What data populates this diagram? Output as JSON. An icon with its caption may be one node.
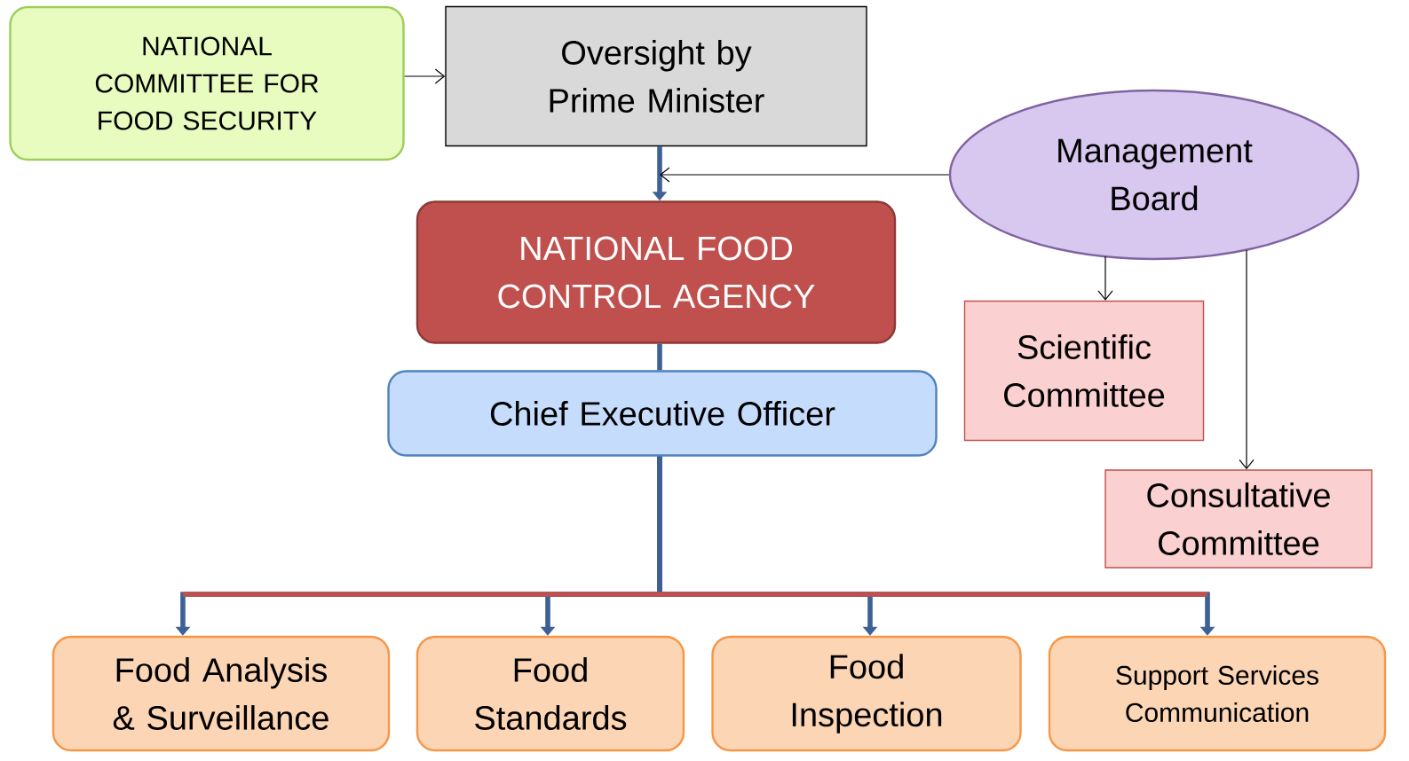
{
  "diagram": {
    "nodes": [
      {
        "text": [
          "NATIONAL COMMITTEE FOR FOOD SECURITY"
        ]
      },
      {
        "text": [
          "Oversight by Prime Minister"
        ]
      },
      {
        "text": [
          "Management Board"
        ]
      },
      {
        "text": [
          "NATIONAL FOOD CONTROL AGENCY"
        ]
      },
      {
        "text": [
          "Chief Executive Officer"
        ]
      },
      {
        "text": [
          "Scientific Committee"
        ]
      },
      {
        "text": [
          "Consultative Committee"
        ]
      },
      {
        "text": [
          "Food Analysis & Surveillance"
        ]
      },
      {
        "text": [
          "Food Standards"
        ]
      },
      {
        "text": [
          "Food Inspection"
        ]
      },
      {
        "text": [
          "Support Services Communication"
        ]
      }
    ],
    "edges": [
      {
        "from": 0,
        "to": 1,
        "arrow": "to",
        "color": "#000000"
      },
      {
        "from": 1,
        "to": 3,
        "arrow": "to"
      },
      {
        "from": 2,
        "to": null,
        "arrow": "to",
        "color": "#000000"
      },
      {
        "from": 2,
        "to": 5,
        "arrow": "to",
        "color": "#000000"
      },
      {
        "from": 2,
        "to": 6,
        "arrow": "to",
        "color": "#000000"
      },
      {
        "from": 3,
        "to": 4,
        "arrow": "none"
      },
      {
        "from": 4,
        "to": 7,
        "arrow": "to"
      },
      {
        "from": 4,
        "to": 8,
        "arrow": "to"
      },
      {
        "from": 4,
        "to": 9,
        "arrow": "to"
      },
      {
        "from": 4,
        "to": 10,
        "arrow": "to"
      }
    ]
  }
}
